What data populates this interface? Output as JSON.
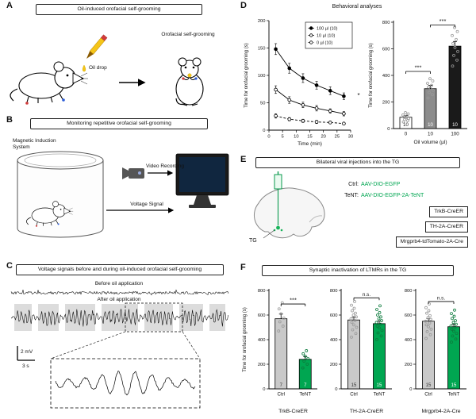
{
  "figure": {
    "panel_a": {
      "label": "A",
      "title": "Oil-induced orofacial self-grooming",
      "oil_drop": "Oil drop",
      "grooming": "Orofacial self-grooming"
    },
    "panel_b": {
      "label": "B",
      "title": "Monitoring repetitive orofacial self-grooming",
      "system_line1": "Magnetic Induction",
      "system_line2": "System",
      "video": "Video Recording",
      "voltage": "Voltage Signal"
    },
    "panel_c": {
      "label": "C",
      "title": "Voltage signals before and during oil-induced orofacial self-grooming",
      "before": "Before oil application",
      "after": "After oil application",
      "scale_v": "2 mV",
      "scale_t": "3 s"
    },
    "panel_d": {
      "label": "D",
      "title": "Behavioral analyses"
    },
    "panel_e": {
      "label": "E",
      "title": "Bilateral viral injections into the TG",
      "ctrl_label": "Ctrl:",
      "ctrl_virus": "AAV-DIO-EGFP",
      "tent_label": "TeNT:",
      "tent_virus": "AAV-DIO-EGFP-2A-TeNT",
      "driver_boxes": [
        "TrkB-CreER",
        "TH-2A-CreER",
        "Mrgprb4-tdTomato-2A-Cre"
      ],
      "tg": "TG"
    },
    "panel_f": {
      "label": "F",
      "title": "Synaptic inactivation of LTMRs in the TG"
    }
  },
  "colors": {
    "green": "#00A651",
    "dark_green": "#0B7A3C",
    "gray_dot": "#999999"
  },
  "chart_data": [
    {
      "id": "timecourse",
      "type": "line",
      "x": [
        2.5,
        7.5,
        12.5,
        17.5,
        22.5,
        27.5
      ],
      "series": [
        {
          "name": "100 µl (10)",
          "values": [
            148,
            113,
            95,
            82,
            72,
            62
          ],
          "errors": [
            10,
            9,
            8,
            7,
            7,
            6
          ],
          "marker": "filled-circle",
          "line": "solid"
        },
        {
          "name": "10 µl (10)",
          "values": [
            74,
            55,
            46,
            40,
            35,
            30
          ],
          "errors": [
            7,
            6,
            5,
            5,
            4,
            4
          ],
          "marker": "open-circle",
          "line": "solid"
        },
        {
          "name": "0 µl (10)",
          "values": [
            26,
            20,
            17,
            15,
            14,
            12
          ],
          "errors": [
            4,
            3,
            3,
            3,
            2,
            2
          ],
          "marker": "open-circle",
          "line": "dashed"
        }
      ],
      "xlabel": "Time (min)",
      "ylabel": "Time for orofacial grooming (s)",
      "xticks": [
        0,
        5,
        10,
        15,
        20,
        25,
        30
      ],
      "yticks": [
        0,
        50,
        100,
        150,
        200
      ],
      "xlim": [
        0,
        30
      ],
      "ylim": [
        0,
        200
      ],
      "annotation": "*",
      "legend_position": "top-right"
    },
    {
      "id": "oil_volume",
      "type": "bar",
      "categories": [
        "0",
        "10",
        "100"
      ],
      "values": [
        85,
        300,
        620
      ],
      "errors": [
        12,
        25,
        35
      ],
      "n_labels": [
        "10",
        "10",
        "10"
      ],
      "n_colors": [
        "#111111",
        "#ffffff",
        "#ffffff"
      ],
      "bar_colors": [
        "#ffffff",
        "#8c8c8c",
        "#1a1a1a"
      ],
      "scatter": [
        [
          50,
          60,
          68,
          75,
          82,
          88,
          95,
          102,
          110,
          120
        ],
        [
          230,
          255,
          272,
          288,
          300,
          312,
          325,
          340,
          358,
          375
        ],
        [
          470,
          515,
          550,
          580,
          610,
          640,
          670,
          700,
          730,
          760
        ]
      ],
      "scatter_colors": [
        "#999999",
        "#999999",
        "#999999"
      ],
      "xlabel": "Oil volume (µl)",
      "ylabel": "Time for orofacial grooming (s)",
      "yticks": [
        0,
        200,
        400,
        600,
        800
      ],
      "ylim": [
        0,
        800
      ],
      "significance": [
        {
          "from": 0,
          "to": 1,
          "label": "***",
          "y": 430
        },
        {
          "from": 1,
          "to": 2,
          "label": "***",
          "y": 780
        }
      ]
    },
    {
      "id": "trkb",
      "type": "bar",
      "title_below": "TrkB-CreER",
      "categories": [
        "Ctrl",
        "TeNT"
      ],
      "values": [
        570,
        240
      ],
      "errors": [
        38,
        22
      ],
      "n_labels": [
        "7",
        "7"
      ],
      "n_colors": [
        "#333333",
        "#ffffff"
      ],
      "bar_colors": [
        "#c9c9c9",
        "#00A651"
      ],
      "scatter": [
        [
          470,
          510,
          545,
          575,
          610,
          650,
          700
        ],
        [
          170,
          200,
          225,
          245,
          265,
          285,
          310
        ]
      ],
      "scatter_colors": [
        "#999999",
        "#0B7A3C"
      ],
      "ylabel": "Time for orofacial grooming (s)",
      "yticks": [
        0,
        200,
        400,
        600,
        800
      ],
      "ylim": [
        0,
        800
      ],
      "significance": [
        {
          "from": 0,
          "to": 1,
          "label": "***",
          "y": 690
        }
      ]
    },
    {
      "id": "th",
      "type": "bar",
      "title_below": "TH-2A-CreER",
      "categories": [
        "Ctrl",
        "TeNT"
      ],
      "values": [
        560,
        530
      ],
      "errors": [
        22,
        22
      ],
      "n_labels": [
        "15",
        "15"
      ],
      "n_colors": [
        "#333333",
        "#ffffff"
      ],
      "bar_colors": [
        "#c9c9c9",
        "#00A651"
      ],
      "scatter": [
        [
          420,
          450,
          480,
          500,
          520,
          540,
          555,
          570,
          585,
          600,
          615,
          635,
          655,
          680,
          710
        ],
        [
          400,
          430,
          455,
          475,
          495,
          510,
          525,
          540,
          555,
          570,
          585,
          600,
          620,
          645,
          675
        ]
      ],
      "scatter_colors": [
        "#999999",
        "#0B7A3C"
      ],
      "yticks": [
        0,
        200,
        400,
        600,
        800
      ],
      "ylim": [
        0,
        800
      ],
      "significance": [
        {
          "from": 0,
          "to": 1,
          "label": "n.s.",
          "y": 740
        }
      ]
    },
    {
      "id": "mrgprb4",
      "type": "bar",
      "title_below": "Mrgprb4-2A-Cre",
      "categories": [
        "Ctrl",
        "TeNT"
      ],
      "values": [
        550,
        505
      ],
      "errors": [
        22,
        20
      ],
      "n_labels": [
        "15",
        "15"
      ],
      "n_colors": [
        "#333333",
        "#ffffff"
      ],
      "bar_colors": [
        "#c9c9c9",
        "#00A651"
      ],
      "scatter": [
        [
          410,
          440,
          465,
          485,
          505,
          520,
          535,
          550,
          565,
          580,
          595,
          615,
          635,
          660,
          690
        ],
        [
          380,
          405,
          430,
          450,
          468,
          485,
          500,
          512,
          525,
          540,
          555,
          572,
          590,
          612,
          640
        ]
      ],
      "scatter_colors": [
        "#999999",
        "#0B7A3C"
      ],
      "yticks": [
        0,
        200,
        400,
        600,
        800
      ],
      "ylim": [
        0,
        800
      ],
      "significance": [
        {
          "from": 0,
          "to": 1,
          "label": "n.s.",
          "y": 710
        }
      ]
    }
  ]
}
